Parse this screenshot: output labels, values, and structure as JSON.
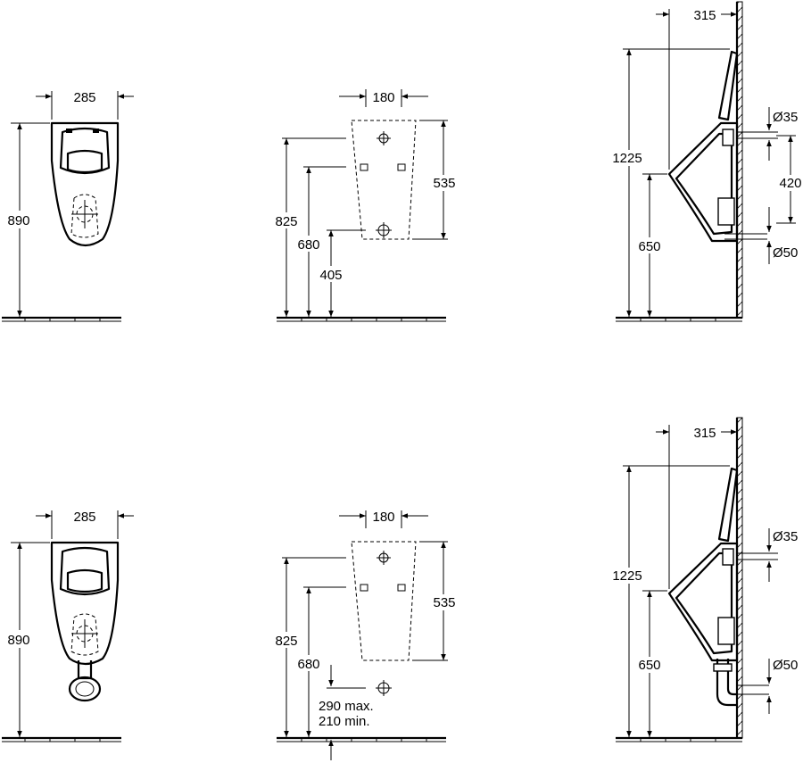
{
  "dimensions": {
    "top_front_width": "285",
    "top_front_height": "890",
    "top_mount_width": "180",
    "top_mount_825": "825",
    "top_mount_680": "680",
    "top_mount_405": "405",
    "top_mount_535": "535",
    "top_side_depth": "315",
    "top_side_1225": "1225",
    "top_side_650": "650",
    "top_side_d35": "Ø35",
    "top_side_420": "420",
    "top_side_d50": "Ø50",
    "bot_front_width": "285",
    "bot_front_height": "890",
    "bot_mount_width": "180",
    "bot_mount_825": "825",
    "bot_mount_680": "680",
    "bot_mount_535": "535",
    "bot_mount_max": "290 max.",
    "bot_mount_min": "210 min.",
    "bot_side_depth": "315",
    "bot_side_1225": "1225",
    "bot_side_650": "650",
    "bot_side_d35": "Ø35",
    "bot_side_d50": "Ø50"
  }
}
